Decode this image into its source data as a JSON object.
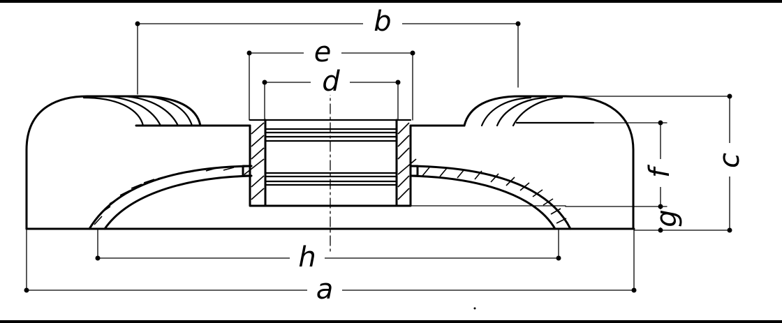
{
  "diagram": {
    "dimensions": {
      "a": "a",
      "b": "b",
      "c": "c",
      "d": "d",
      "e": "e",
      "f": "f",
      "g": "g",
      "h": "h"
    }
  }
}
